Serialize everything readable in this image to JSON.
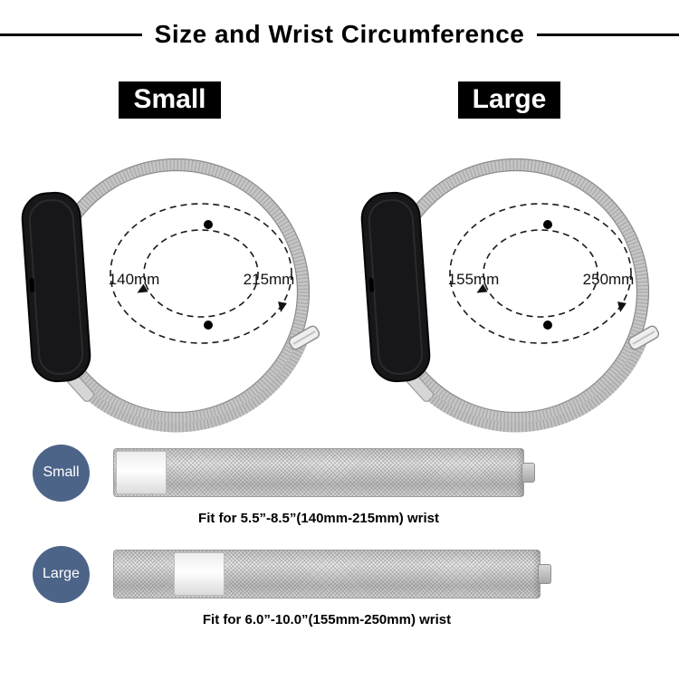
{
  "header": {
    "title": "Size and Wrist Circumference"
  },
  "panels": [
    {
      "label": "Small",
      "inner_circumference": "140mm",
      "outer_circumference": "215mm"
    },
    {
      "label": "Large",
      "inner_circumference": "155mm",
      "outer_circumference": "250mm"
    }
  ],
  "fit_rows": [
    {
      "label": "Small",
      "caption": "Fit for 5.5”-8.5”(140mm-215mm) wrist"
    },
    {
      "label": "Large",
      "caption": "Fit for 6.0”-10.0”(155mm-250mm) wrist"
    }
  ],
  "colors": {
    "badge_bg": "#000000",
    "badge_text": "#ffffff",
    "size_circle_bg": "#4d6489",
    "watch_body": "#17171a",
    "band_metal": "#c8c8c8"
  }
}
